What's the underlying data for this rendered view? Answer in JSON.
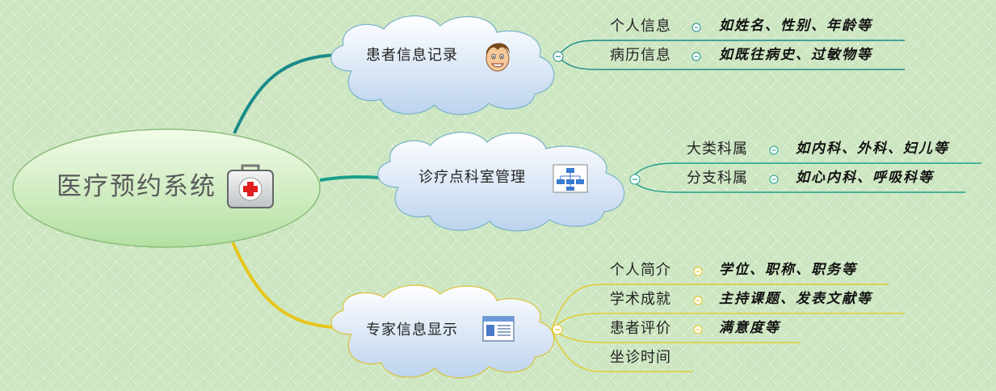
{
  "root": {
    "title": "医疗预约系统",
    "icon": "first-aid-kit-icon"
  },
  "branches": [
    {
      "title": "患者信息记录",
      "icon": "smiling-face-icon",
      "line_color": "#1a8a8a",
      "children": [
        {
          "label": "个人信息",
          "note": "如姓名、性别、年龄等"
        },
        {
          "label": "病历信息",
          "note": "如既往病史、过敏物等"
        }
      ]
    },
    {
      "title": "诊疗点科室管理",
      "icon": "org-chart-icon",
      "line_color": "#1aa08a",
      "children": [
        {
          "label": "大类科属",
          "note": "如内科、外科、妇儿等"
        },
        {
          "label": "分支科属",
          "note": "如心内科、呼吸科等"
        }
      ]
    },
    {
      "title": "专家信息显示",
      "icon": "profile-card-icon",
      "line_color": "#e6c61a",
      "children": [
        {
          "label": "个人简介",
          "note": "学位、职称、职务等"
        },
        {
          "label": "学术成就",
          "note": "主持课题、发表文献等"
        },
        {
          "label": "患者评价",
          "note": "满意度等"
        },
        {
          "label": "坐诊时间",
          "note": ""
        }
      ]
    }
  ],
  "colors": {
    "background": "#cde6c2",
    "cloud_fill_top": "#ffffff",
    "cloud_fill_bottom": "#bcd3ee",
    "cloud_stroke": "#7ab4c8",
    "root_fill_top": "#f2fbe8",
    "root_fill_bottom": "#b4e0a2"
  }
}
